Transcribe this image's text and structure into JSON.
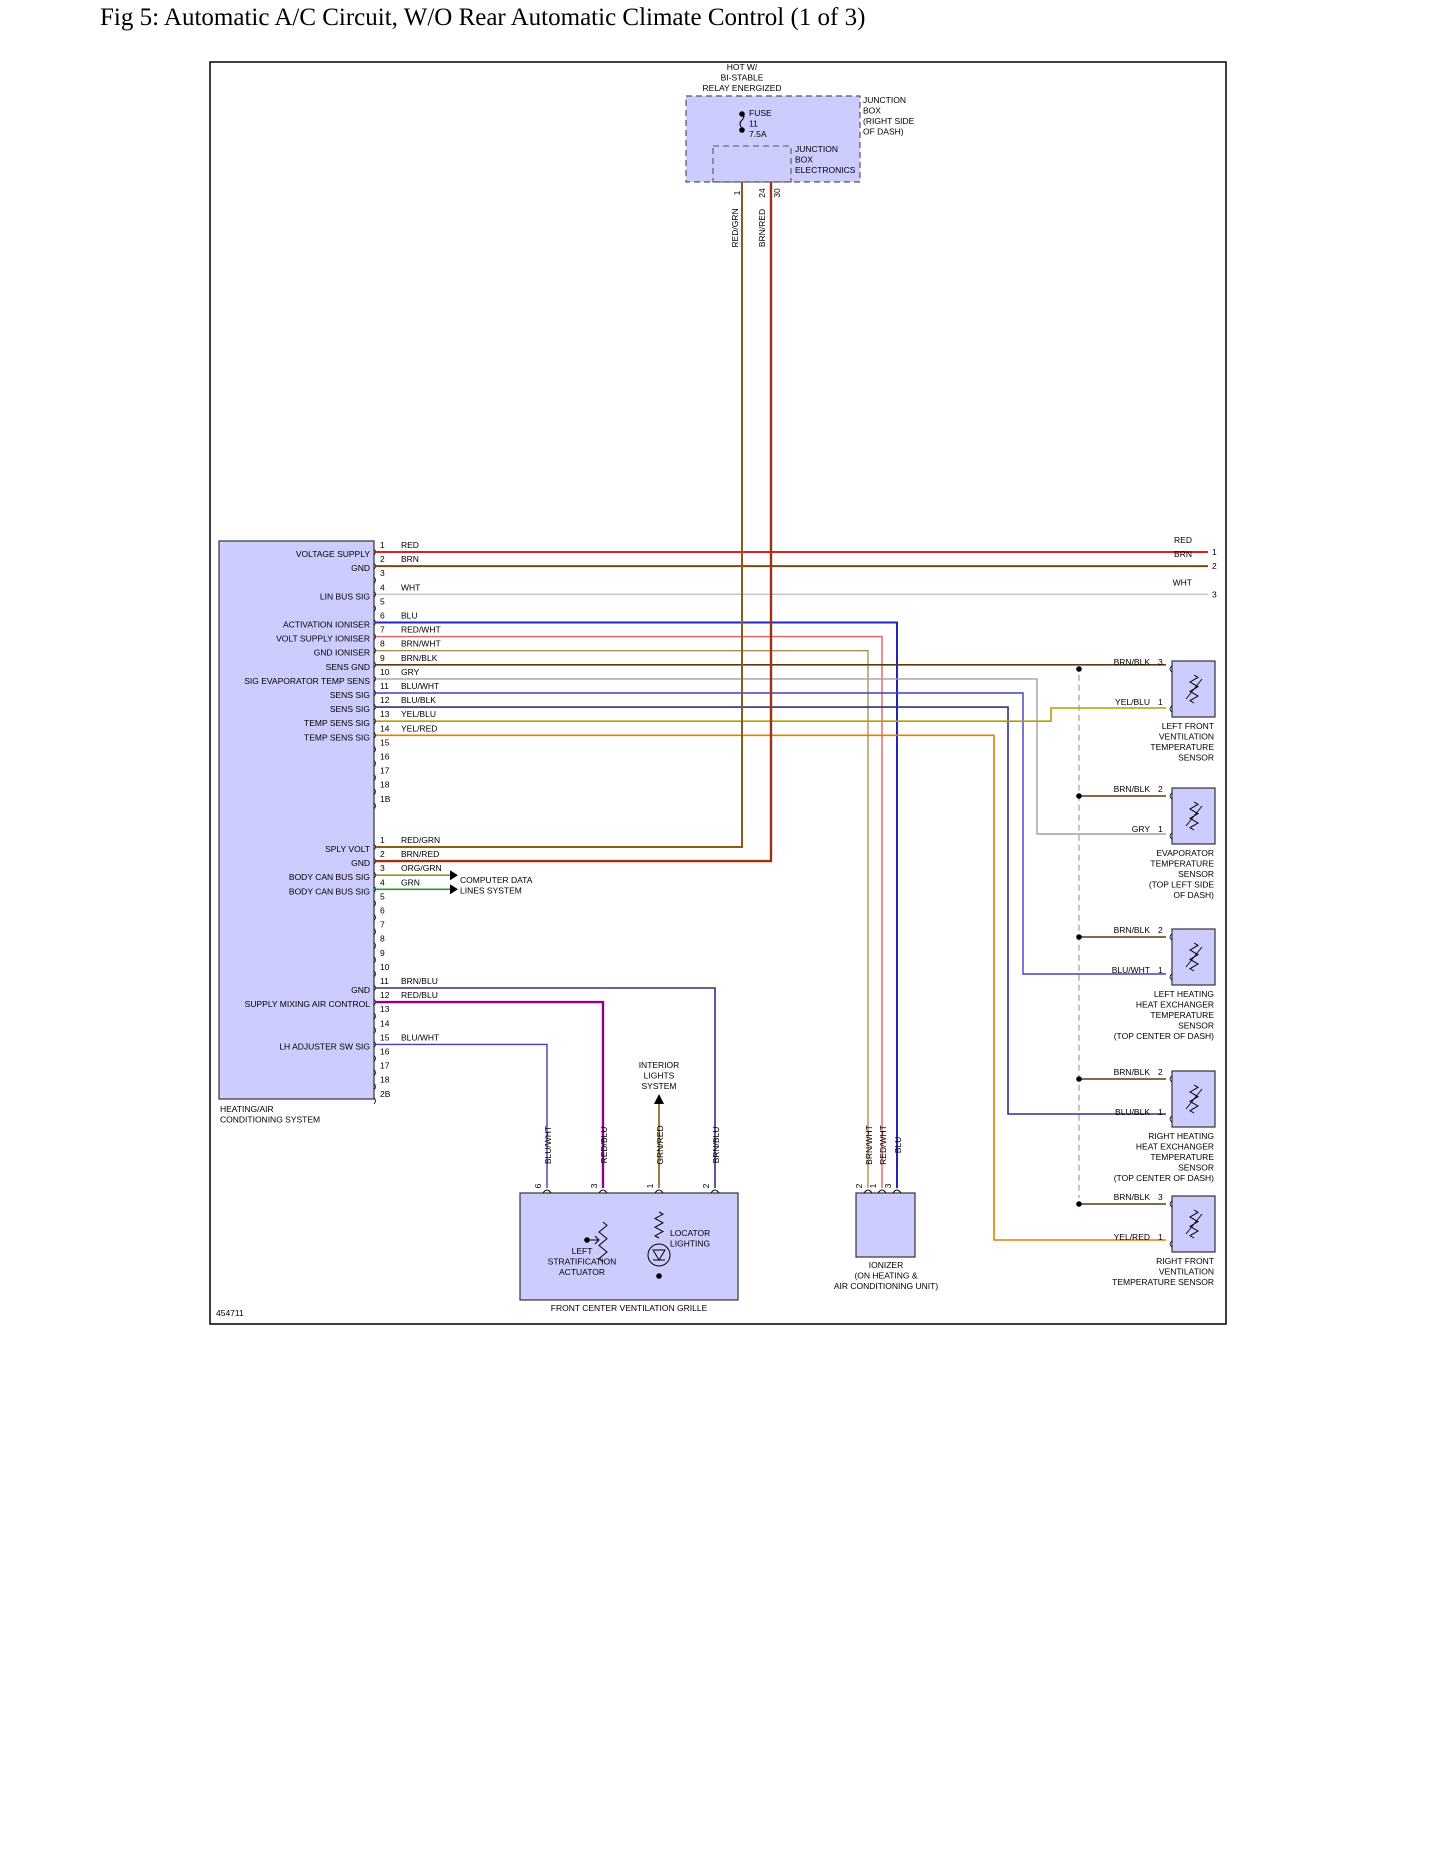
{
  "figure": {
    "title": "Fig 5: Automatic A/C Circuit, W/O Rear Automatic Climate Control (1 of 3)",
    "diagram_id": "454711"
  },
  "junction_box": {
    "hot_lines": [
      "HOT W/",
      "BI-STABLE",
      "RELAY ENERGIZED"
    ],
    "fuse_lines": [
      "FUSE",
      "11",
      "7.5A"
    ],
    "box_lines": [
      "JUNCTION",
      "BOX",
      "(RIGHT SIDE",
      "OF DASH)"
    ],
    "electronics_lines": [
      "JUNCTION",
      "BOX",
      "ELECTRONICS"
    ],
    "pin_a": "1",
    "pin_b": "24",
    "pin_c": "30",
    "wire_a": "RED/GRN",
    "wire_b": "BRN/RED"
  },
  "hvac_module": {
    "name_lines": [
      "HEATING/AIR",
      "CONDITIONING SYSTEM"
    ],
    "connector1": [
      {
        "pin": "1",
        "label": "VOLTAGE SUPPLY",
        "wire": "RED"
      },
      {
        "pin": "2",
        "label": "GND",
        "wire": "BRN"
      },
      {
        "pin": "3",
        "label": "",
        "wire": ""
      },
      {
        "pin": "4",
        "label": "LIN BUS SIG",
        "wire": "WHT"
      },
      {
        "pin": "5",
        "label": "",
        "wire": ""
      },
      {
        "pin": "6",
        "label": "ACTIVATION IONISER",
        "wire": "BLU"
      },
      {
        "pin": "7",
        "label": "VOLT SUPPLY IONISER",
        "wire": "RED/WHT"
      },
      {
        "pin": "8",
        "label": "GND IONISER",
        "wire": "BRN/WHT"
      },
      {
        "pin": "9",
        "label": "SENS GND",
        "wire": "BRN/BLK"
      },
      {
        "pin": "10",
        "label": "SIG EVAPORATOR TEMP SENS",
        "wire": "GRY"
      },
      {
        "pin": "11",
        "label": "SENS SIG",
        "wire": "BLU/WHT"
      },
      {
        "pin": "12",
        "label": "SENS SIG",
        "wire": "BLU/BLK"
      },
      {
        "pin": "13",
        "label": "TEMP SENS SIG",
        "wire": "YEL/BLU"
      },
      {
        "pin": "14",
        "label": "TEMP SENS SIG",
        "wire": "YEL/RED"
      },
      {
        "pin": "15",
        "label": "",
        "wire": ""
      },
      {
        "pin": "16",
        "label": "",
        "wire": ""
      },
      {
        "pin": "17",
        "label": "",
        "wire": ""
      },
      {
        "pin": "18",
        "label": "",
        "wire": ""
      },
      {
        "pin": "1B",
        "label": "",
        "wire": ""
      }
    ],
    "connector2": [
      {
        "pin": "1",
        "label": "SPLY VOLT",
        "wire": "RED/GRN"
      },
      {
        "pin": "2",
        "label": "GND",
        "wire": "BRN/RED"
      },
      {
        "pin": "3",
        "label": "BODY CAN BUS SIG",
        "wire": "ORG/GRN"
      },
      {
        "pin": "4",
        "label": "BODY CAN BUS SIG",
        "wire": "GRN"
      },
      {
        "pin": "5",
        "label": "",
        "wire": ""
      },
      {
        "pin": "6",
        "label": "",
        "wire": ""
      },
      {
        "pin": "7",
        "label": "",
        "wire": ""
      },
      {
        "pin": "8",
        "label": "",
        "wire": ""
      },
      {
        "pin": "9",
        "label": "",
        "wire": ""
      },
      {
        "pin": "10",
        "label": "",
        "wire": ""
      },
      {
        "pin": "11",
        "label": "GND",
        "wire": "BRN/BLU"
      },
      {
        "pin": "12",
        "label": "SUPPLY MIXING AIR CONTROL",
        "wire": "RED/BLU"
      },
      {
        "pin": "13",
        "label": "",
        "wire": ""
      },
      {
        "pin": "14",
        "label": "",
        "wire": ""
      },
      {
        "pin": "15",
        "label": "LH ADJUSTER SW SIG",
        "wire": "BLU/WHT"
      },
      {
        "pin": "16",
        "label": "",
        "wire": ""
      },
      {
        "pin": "17",
        "label": "",
        "wire": ""
      },
      {
        "pin": "18",
        "label": "",
        "wire": ""
      },
      {
        "pin": "2B",
        "label": "",
        "wire": ""
      }
    ]
  },
  "computer_data": [
    "COMPUTER DATA",
    "LINES SYSTEM"
  ],
  "right_edge": [
    {
      "wire": "RED",
      "pin": "1"
    },
    {
      "wire": "BRN",
      "pin": "2"
    },
    {
      "wire": "WHT",
      "pin": "3"
    }
  ],
  "sensors": [
    {
      "name_lines": [
        "LEFT FRONT",
        "VENTILATION",
        "TEMPERATURE",
        "SENSOR"
      ],
      "pin_top": {
        "wire": "BRN/BLK",
        "pin": "3"
      },
      "pin_bot": {
        "wire": "YEL/BLU",
        "pin": "1"
      }
    },
    {
      "name_lines": [
        "EVAPORATOR",
        "TEMPERATURE",
        "SENSOR",
        "(TOP LEFT SIDE",
        "OF DASH)"
      ],
      "pin_top": {
        "wire": "BRN/BLK",
        "pin": "2"
      },
      "pin_bot": {
        "wire": "GRY",
        "pin": "1"
      }
    },
    {
      "name_lines": [
        "LEFT HEATING",
        "HEAT EXCHANGER",
        "TEMPERATURE",
        "SENSOR",
        "(TOP CENTER OF DASH)"
      ],
      "pin_top": {
        "wire": "BRN/BLK",
        "pin": "2"
      },
      "pin_bot": {
        "wire": "BLU/WHT",
        "pin": "1"
      }
    },
    {
      "name_lines": [
        "RIGHT HEATING",
        "HEAT EXCHANGER",
        "TEMPERATURE",
        "SENSOR",
        "(TOP CENTER OF DASH)"
      ],
      "pin_top": {
        "wire": "BRN/BLK",
        "pin": "2"
      },
      "pin_bot": {
        "wire": "BLU/BLK",
        "pin": "1"
      }
    },
    {
      "name_lines": [
        "RIGHT FRONT",
        "VENTILATION",
        "TEMPERATURE SENSOR"
      ],
      "pin_top": {
        "wire": "BRN/BLK",
        "pin": "3"
      },
      "pin_bot": {
        "wire": "YEL/RED",
        "pin": "1"
      }
    }
  ],
  "grille": {
    "name": "FRONT CENTER VENTILATION GRILLE",
    "actuator_lines": [
      "LEFT",
      "STRATIFICATION",
      "ACTUATOR"
    ],
    "locator_lines": [
      "LOCATOR",
      "LIGHTING"
    ],
    "interior_lines": [
      "INTERIOR",
      "LIGHTS",
      "SYSTEM"
    ],
    "pins": [
      {
        "wire": "BLU/WHT",
        "pin": "6"
      },
      {
        "wire": "RED/BLU",
        "pin": "3"
      },
      {
        "wire": "GRN/RED",
        "pin": "1"
      },
      {
        "wire": "BRN/BLU",
        "pin": "2"
      }
    ]
  },
  "ionizer": {
    "name_lines": [
      "IONIZER",
      "(ON HEATING &",
      "AIR CONDITIONING UNIT)"
    ],
    "pins": [
      {
        "wire": "BRN/WHT",
        "pin": "2"
      },
      {
        "wire": "RED/WHT",
        "pin": "1"
      },
      {
        "wire": "BLU",
        "pin": "3"
      }
    ]
  },
  "colors": {
    "component_fill": "#ccccff",
    "red": "#e02020",
    "brown": "#7a4a10",
    "white_wire": "#c8c8c8",
    "blue": "#2424b8",
    "red_wht": "#e06060",
    "brn_wht": "#b09050",
    "brn_blk": "#5a3a10",
    "gray": "#a0a0a0",
    "yel_blu": "#b0a000",
    "yel_red": "#e08000",
    "red_grn": "#8a5a20",
    "brn_red": "#a03010",
    "org_grn": "#a09020",
    "green": "#20a020",
    "brn_blu": "#303080",
    "red_blu": "#900090",
    "blu_wht": "#4040c0",
    "grn_red": "#806010"
  }
}
